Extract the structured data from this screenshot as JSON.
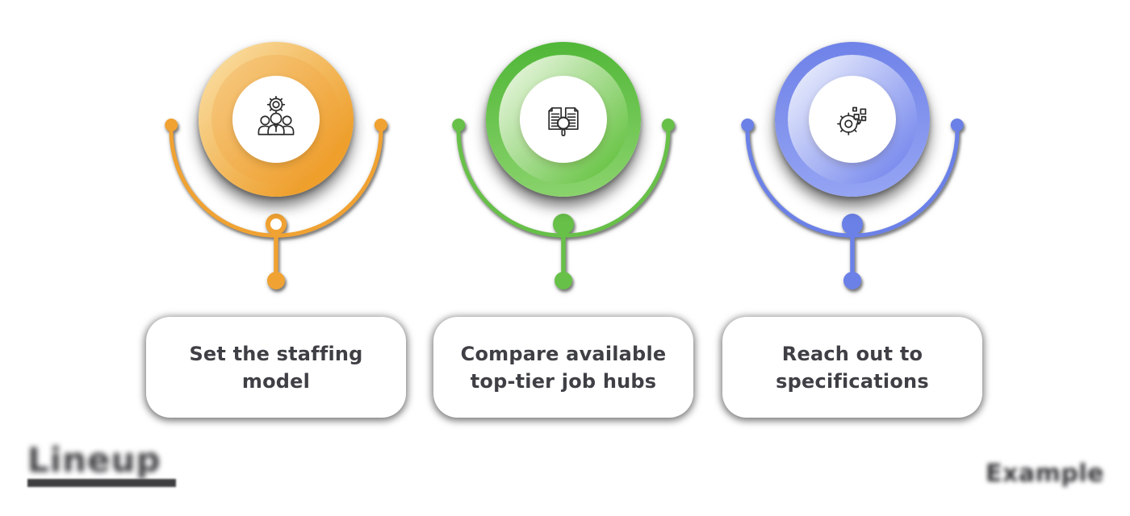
{
  "steps": [
    {
      "label": "Set the staffing\nmodel",
      "icon": "team-gear-icon",
      "node_style": "hollow",
      "colors": {
        "accent": "#F0A232",
        "ring_a": "#FAE0A6",
        "ring_b": "#EE9F2C",
        "inner_a": "#F6C87E",
        "inner_b": "#EFA030"
      }
    },
    {
      "label": "Compare available\ntop-tier job hubs",
      "icon": "documents-magnifier-icon",
      "node_style": "solid",
      "colors": {
        "accent": "#67C048",
        "ring_a": "#4FB636",
        "ring_b": "#8CD46E",
        "inner_a": "#E7F5DD",
        "inner_b": "#6EC64C"
      }
    },
    {
      "label": "Reach out to\nspecifications",
      "icon": "gear-pixels-icon",
      "node_style": "solid",
      "colors": {
        "accent": "#6B81E8",
        "ring_a": "#6E81E8",
        "ring_b": "#96A5F3",
        "inner_a": "#E9EDFC",
        "inner_b": "#7D8EEE"
      }
    }
  ],
  "footer": {
    "brand_text": "Lineup",
    "watermark_text": "Example"
  },
  "icon_stroke_color": "#2B2B2B",
  "text_color": "#3F4045",
  "background_color": "#FFFFFF"
}
